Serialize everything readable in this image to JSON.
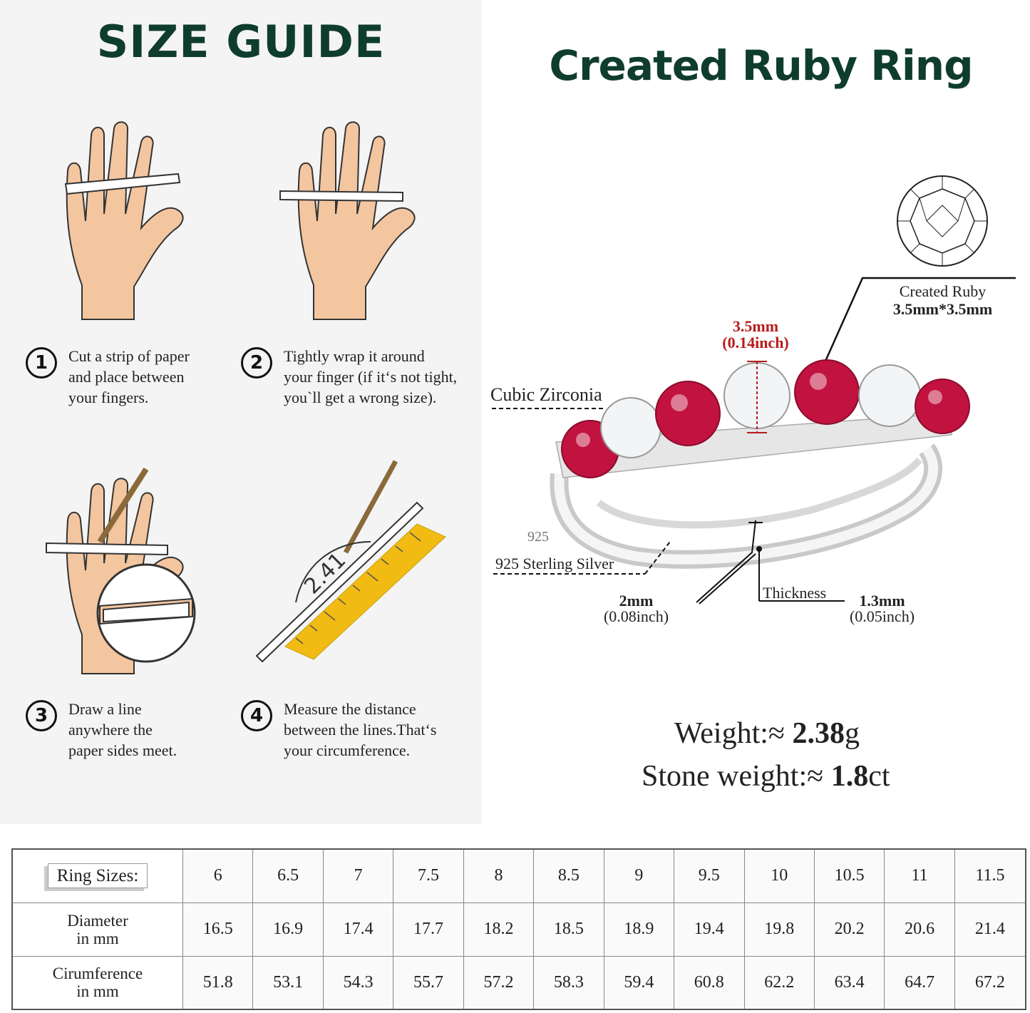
{
  "guide": {
    "title": "SIZE GUIDE",
    "steps": [
      {
        "num": "1",
        "lines": [
          "Cut a strip of paper",
          "and place between",
          "your fingers."
        ]
      },
      {
        "num": "2",
        "lines": [
          "Tightly wrap it around",
          "your finger (if it‘s not tight,",
          "you`ll get a wrong size)."
        ]
      },
      {
        "num": "3",
        "lines": [
          "Draw a line",
          "anywhere the",
          "paper sides meet."
        ]
      },
      {
        "num": "4",
        "lines": [
          "Measure the distance",
          "between the lines.That‘s",
          "your circumference."
        ]
      }
    ],
    "ruler_mark": "2.41"
  },
  "product": {
    "title": "Created Ruby Ring",
    "labels": {
      "ruby_name": "Created Ruby",
      "ruby_size": "3.5mm*3.5mm",
      "stone_mm": "3.5mm",
      "stone_inch": "(0.14inch)",
      "cubic": "Cubic Zirconia",
      "silver": "925 Sterling Silver",
      "band_stamp": "925",
      "width_mm": "2mm",
      "width_inch": "(0.08inch)",
      "thickness": "Thickness",
      "thick_mm": "1.3mm",
      "thick_inch": "(0.05inch)"
    },
    "weight_label": "Weight:≈ ",
    "weight_value": "2.38",
    "weight_unit": "g",
    "stone_label": "Stone weight:≈ ",
    "stone_value": "1.8",
    "stone_unit": "ct"
  },
  "colors": {
    "title_green": "#0f3d2c",
    "ruby": "#c2123f",
    "skin": "#f3c6a0",
    "ruler": "#f1bb13"
  },
  "table": {
    "row_labels": [
      [
        "Ring Sizes:"
      ],
      [
        "Diameter",
        "in mm"
      ],
      [
        "Cirumference",
        "in mm"
      ]
    ],
    "sizes": [
      "6",
      "6.5",
      "7",
      "7.5",
      "8",
      "8.5",
      "9",
      "9.5",
      "10",
      "10.5",
      "11",
      "11.5"
    ],
    "diameter": [
      "16.5",
      "16.9",
      "17.4",
      "17.7",
      "18.2",
      "18.5",
      "18.9",
      "19.4",
      "19.8",
      "20.2",
      "20.6",
      "21.4"
    ],
    "circumference": [
      "51.8",
      "53.1",
      "54.3",
      "55.7",
      "57.2",
      "58.3",
      "59.4",
      "60.8",
      "62.2",
      "63.4",
      "64.7",
      "67.2"
    ]
  }
}
